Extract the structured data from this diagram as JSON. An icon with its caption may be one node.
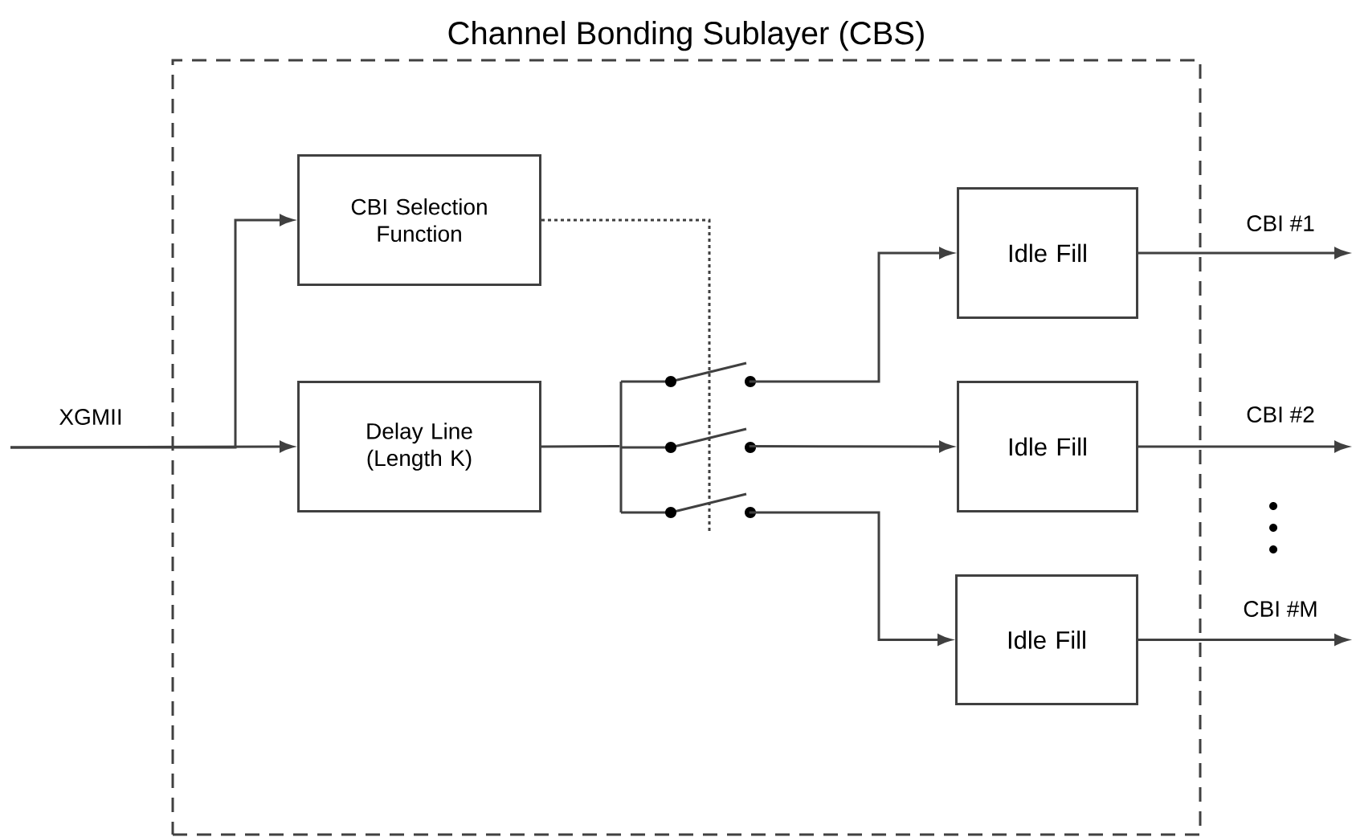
{
  "diagram": {
    "nodes": [
      {
        "text": [
          "Channel Bonding Sublayer (CBS)"
        ]
      },
      {
        "text": [
          "CBI Selection Function"
        ],
        "in": 0
      },
      {
        "text": [
          "Delay Line (Length K)"
        ],
        "in": 0
      },
      {
        "text": [],
        "shape": "switch",
        "in": 0
      },
      {
        "text": [
          "Idle Fill"
        ],
        "in": 0
      },
      {
        "text": [
          "Idle Fill"
        ],
        "in": 0
      },
      {
        "text": [
          "Idle Fill"
        ],
        "in": 0
      }
    ],
    "edges": [
      {
        "from": null,
        "to": 2,
        "arrow": "to",
        "label": "XGMII"
      },
      {
        "from": null,
        "to": 1,
        "arrow": "to"
      },
      {
        "from": 1,
        "to": 3,
        "arrow": "none",
        "style": "dashed"
      },
      {
        "from": 2,
        "to": 3,
        "arrow": "none"
      },
      {
        "from": 3,
        "to": 4,
        "arrow": "to"
      },
      {
        "from": 3,
        "to": 5,
        "arrow": "to"
      },
      {
        "from": 3,
        "to": 6,
        "arrow": "to"
      },
      {
        "from": 4,
        "to": null,
        "arrow": "to",
        "label": "CBI #1"
      },
      {
        "from": 5,
        "to": null,
        "arrow": "to",
        "label": "CBI #2"
      },
      {
        "from": 6,
        "to": null,
        "arrow": "to",
        "label": "CBI #M"
      }
    ]
  }
}
